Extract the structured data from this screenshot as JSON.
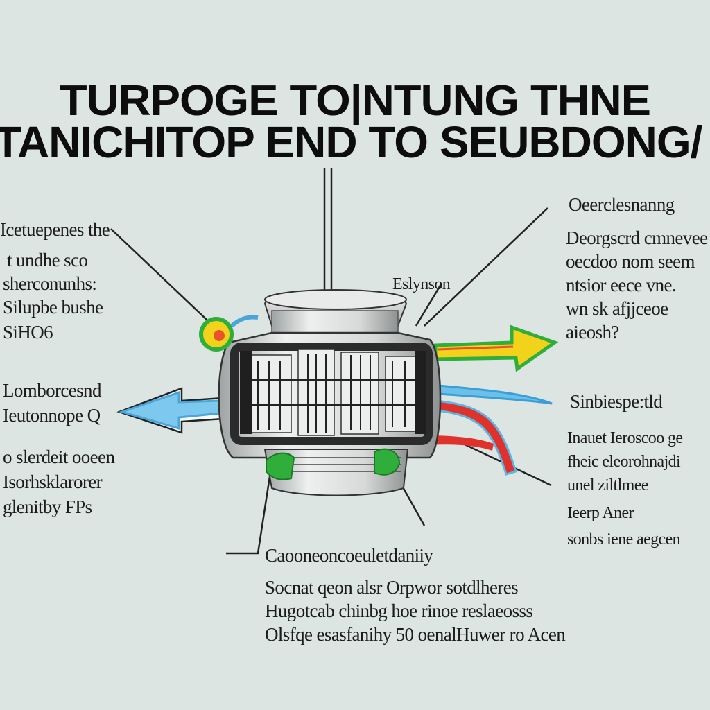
{
  "title": {
    "line1": "TURPOGE TO|NTUNG THNE",
    "line2": "TANICHITOP END TO SEUBDONG/"
  },
  "labels": {
    "left_top": [
      "Icetuepenes the",
      "t undhe sco",
      "sherconunhs:",
      "Silupbe bushe",
      "SiHO6"
    ],
    "left_mid": [
      "Lomborcesnd",
      "Ieutonnope Q"
    ],
    "left_bottom": [
      "o slerdeit ooeen",
      "Isorhsklarorer",
      "glenitby FPs"
    ],
    "center_tag": "Eslynson",
    "right_top_heading": "Oeerclesnanng",
    "right_top": [
      "Deorgscrd cmnevee",
      "oecdoo nom seem",
      "ntsior eece vne.",
      "wn sk afjjceoe",
      "aieosh?"
    ],
    "right_mid_heading": "Sinbiespe:tld",
    "right_mid": [
      "Inauet Ieroscoo ge",
      "fheic eleorohnajdi",
      "unel ziltlmee",
      "Ieerp Aner",
      "sonbs iene aegcen"
    ],
    "bottom_heading": "Caooneoncoeuletdaniiy",
    "bottom": [
      "Socnat qeon alsr Orpwor sotdlheres",
      "Hugotcab chinbg hoe rinoe reslaeosss",
      "Olsfqe esasfanihy 50 oenalHuwer ro Acen"
    ]
  },
  "colors": {
    "background": "#dde5e3",
    "text": "#1c1c1c",
    "arrow_blue": "#5ab6e3",
    "arrow_yellow": "#f2d21a",
    "arrow_green": "#2fae3b",
    "arrow_red": "#e0322c",
    "body_metal": "#c9cbcb",
    "body_dark": "#2b2b2b"
  },
  "icons": [
    "turbocharger-cross-section",
    "left-blue-arrow",
    "right-yellow-green-arrow",
    "blue-pipe-arrow",
    "red-pipe-arrow",
    "green-port-ring",
    "green-flange-icon"
  ]
}
